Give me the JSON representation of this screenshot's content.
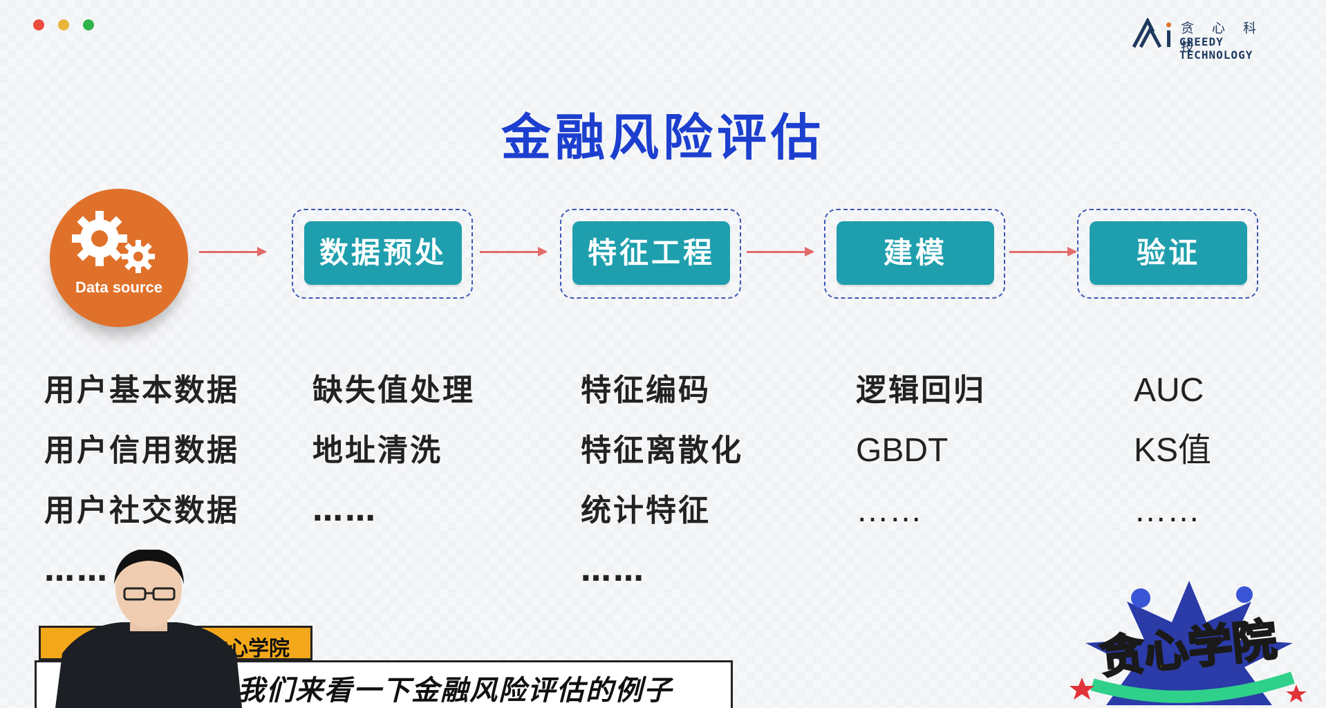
{
  "window_controls": [
    {
      "name": "close",
      "color": "#e94b3c"
    },
    {
      "name": "minimize",
      "color": "#e8b43c"
    },
    {
      "name": "maximize",
      "color": "#2fb34a"
    }
  ],
  "logo": {
    "cn": "贪心科技",
    "en": "GREEDY TECHNOLOGY"
  },
  "title": "金融风险评估",
  "pipeline": {
    "source_label": "Data source",
    "stages": [
      "数据预处",
      "特征工程",
      "建模",
      "验证"
    ]
  },
  "columns": [
    [
      "用户基本数据",
      "用户信用数据",
      "用户社交数据",
      "……"
    ],
    [
      "缺失值处理",
      "地址清洗",
      "……"
    ],
    [
      "特征编码",
      "特征离散化",
      "统计特征",
      "……"
    ],
    [
      "逻辑回归",
      "GBDT",
      "……"
    ],
    [
      "AUC",
      "KS值",
      "……"
    ]
  ],
  "banner": {
    "tag": "贪心学院",
    "caption": "我们来看一下金融风险评估的例子"
  },
  "badge": {
    "text": "贪心学院"
  },
  "colors": {
    "title": "#1c3fcf",
    "stage": "#1f9fad",
    "source": "#e0712a",
    "arrow": "#e36a6a",
    "dashed": "#3c57b5"
  }
}
